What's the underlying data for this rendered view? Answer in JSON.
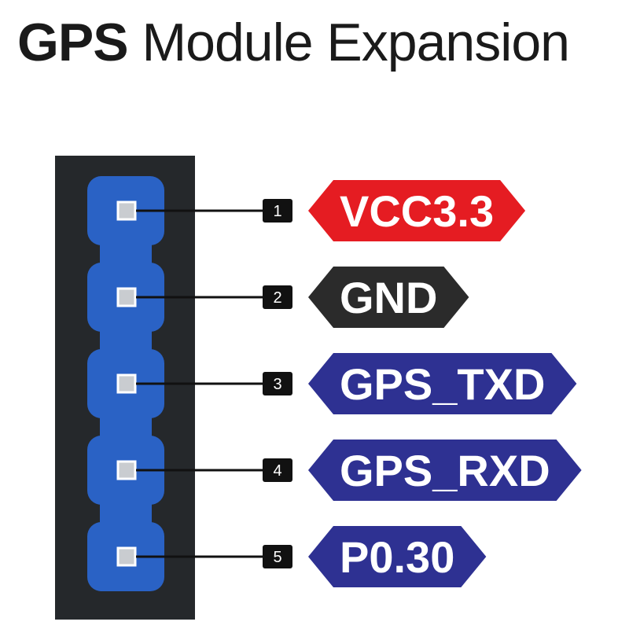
{
  "title": {
    "bold": "GPS",
    "regular": "Module Expansion"
  },
  "colors": {
    "header_body": "#25282b",
    "pad": "#2a62c5",
    "pin_core": "#c9ccd0",
    "wire": "#111111",
    "number_box": "#111111"
  },
  "pins": [
    {
      "number": "1",
      "label": "VCC3.3",
      "color": "#e51c22"
    },
    {
      "number": "2",
      "label": "GND",
      "color": "#2b2b2b"
    },
    {
      "number": "3",
      "label": "GPS_TXD",
      "color": "#2e3192"
    },
    {
      "number": "4",
      "label": "GPS_RXD",
      "color": "#2e3192"
    },
    {
      "number": "5",
      "label": "P0.30",
      "color": "#2e3192"
    }
  ]
}
